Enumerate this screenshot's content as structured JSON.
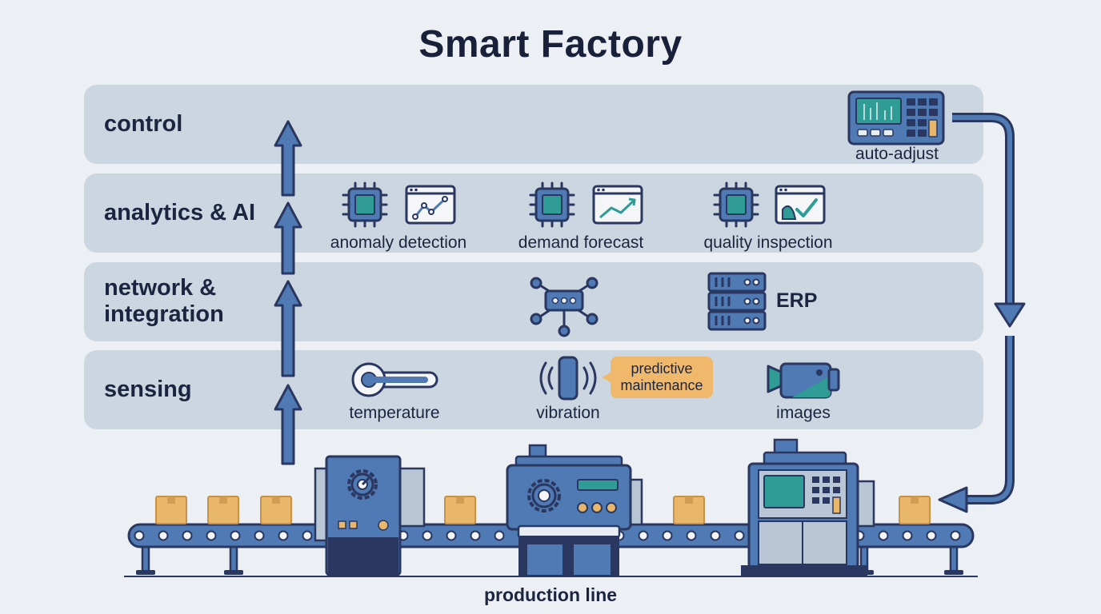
{
  "title": "Smart Factory",
  "layers": {
    "control": "control",
    "analytics": "analytics & AI",
    "network": "network & integration",
    "sensing": "sensing"
  },
  "control_items": {
    "auto_adjust": "auto-adjust"
  },
  "analytics_items": {
    "anomaly": "anomaly detection",
    "demand": "demand forecast",
    "quality": "quality inspection"
  },
  "network_items": {
    "erp": "ERP"
  },
  "sensing_items": {
    "temperature": "temperature",
    "vibration": "vibration",
    "images": "images",
    "predictive": "predictive maintenance"
  },
  "production_line": "production line",
  "colors": {
    "background": "#eceff3",
    "band": "#cbd6e0",
    "outline": "#2a3760",
    "steel_blue": "#4f7ab3",
    "teal": "#2f9c95",
    "box_tan": "#e9b76a",
    "callout_orange": "#f0b86a"
  }
}
